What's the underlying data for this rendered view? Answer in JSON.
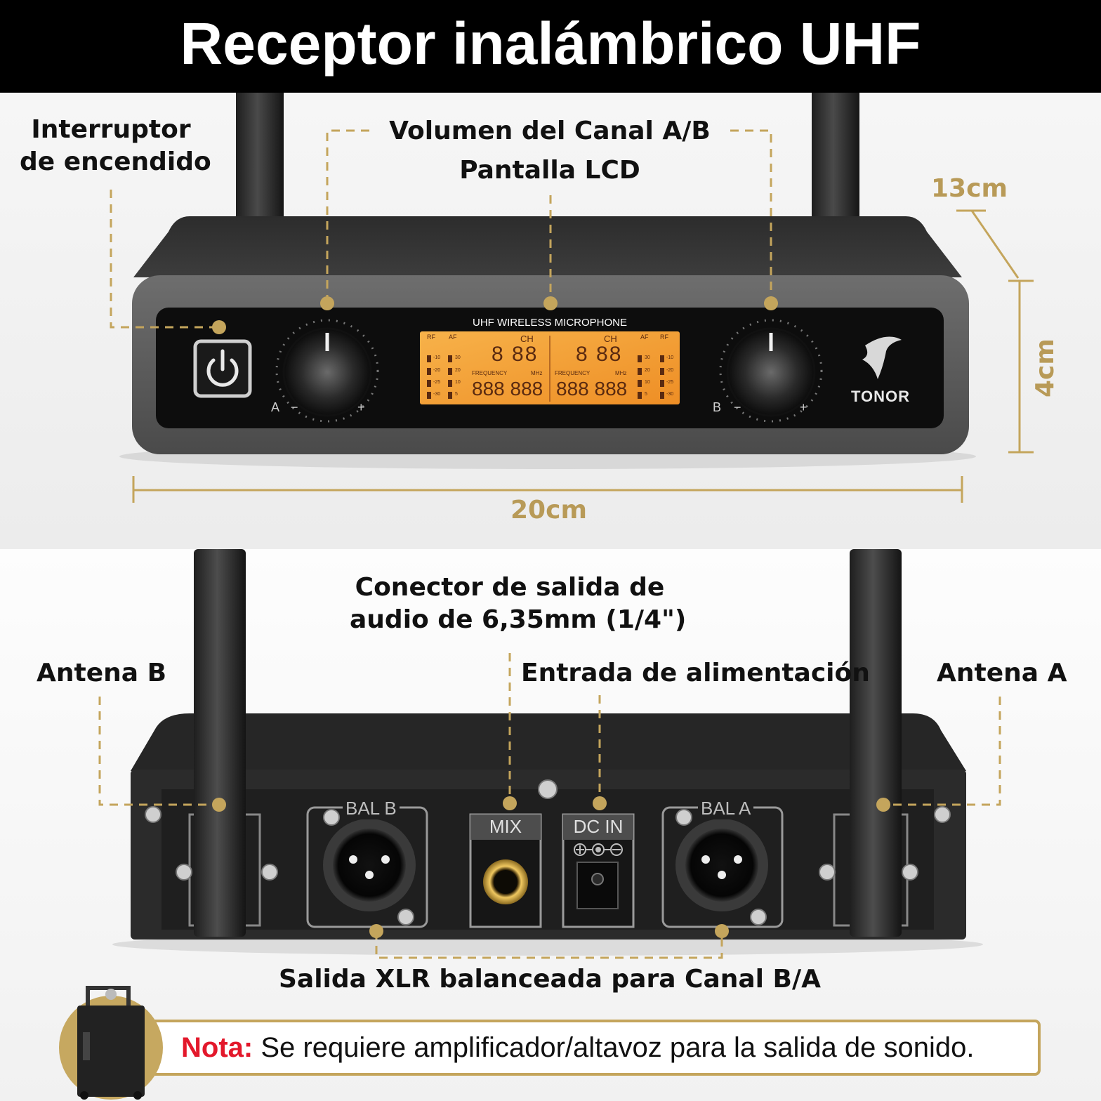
{
  "title": "Receptor inalámbrico UHF",
  "top_labels": {
    "power": [
      "Interruptor",
      "de encendido"
    ],
    "volume": "Volumen del Canal A/B",
    "lcd": "Pantalla LCD"
  },
  "dimensions": {
    "depth": "13cm",
    "height": "4cm",
    "width": "20cm"
  },
  "device_front": {
    "lcd_header": "UHF WIRELESS MICROPHONE",
    "lcd_rf": "RF",
    "lcd_af": "AF",
    "lcd_ch": "CH",
    "lcd_frequency": "FREQUENCY",
    "lcd_mhz": "MHz",
    "lcd_scale_rf": [
      "-10",
      "-20",
      "-25",
      "-30"
    ],
    "lcd_scale_af": [
      "30",
      "20",
      "10",
      "5"
    ],
    "ch_value": "8 88",
    "freq_value": "888 888",
    "knob_a": "A",
    "knob_b": "B",
    "minus": "−",
    "plus": "+",
    "brand": "TONOR"
  },
  "bottom_labels": {
    "audio_out": [
      "Conector de salida de",
      "audio de 6,35mm (1/4\")"
    ],
    "power_in": "Entrada de alimentación",
    "antenna_b": "Antena B",
    "antenna_a": "Antena A",
    "xlr": "Salida XLR balanceada para Canal B/A"
  },
  "device_rear": {
    "bal_b": "BAL B",
    "bal_a": "BAL A",
    "mix": "MIX",
    "dc_in": "DC IN"
  },
  "note": {
    "prefix": "Nota:",
    "text": " Se requiere amplificador/altavoz para la salida de sonido."
  },
  "colors": {
    "accent_gold": "#b89a57",
    "lcd_orange": "#f4a03a",
    "note_red": "#e3182b"
  }
}
